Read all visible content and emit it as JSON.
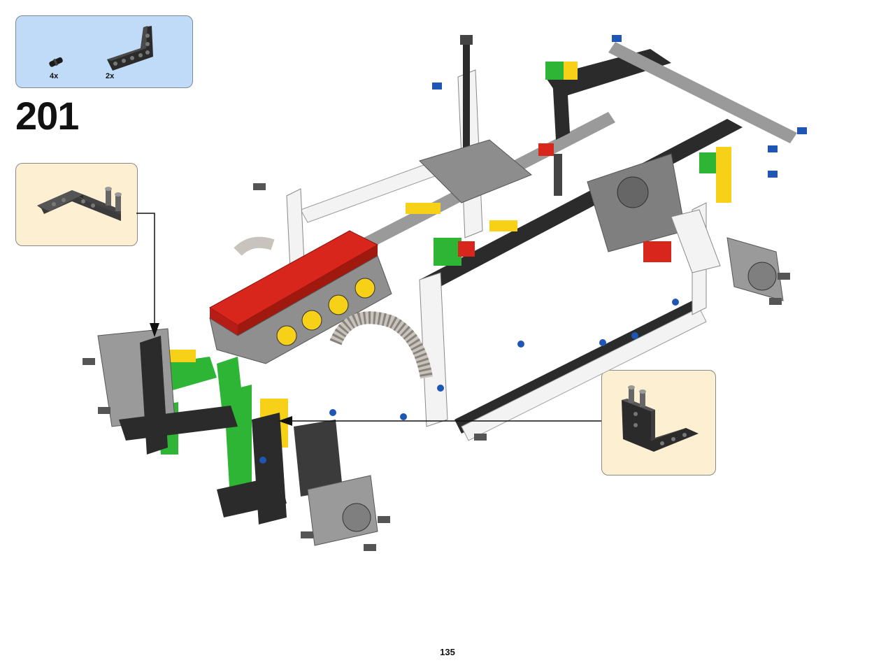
{
  "parts_list": {
    "items": [
      {
        "part": "pin-icon",
        "quantity": "4x"
      },
      {
        "part": "l-beam-icon",
        "quantity": "2x"
      }
    ]
  },
  "step": {
    "number": "201"
  },
  "page": {
    "number": "135"
  },
  "colors": {
    "parts_box_bg": "#bfdbf7",
    "callout_bg": "#fcefd2",
    "beam_black": "#2b2b2b",
    "beam_gray": "#9a9a9a",
    "beam_white": "#f3f3f3",
    "red": "#d8261d",
    "yellow": "#f7d117",
    "green": "#2fb535",
    "blue": "#1f56b4"
  }
}
